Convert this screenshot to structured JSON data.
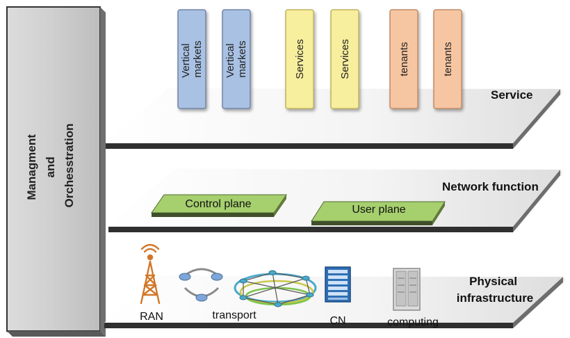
{
  "management": {
    "line1": "Managment",
    "line2": "and",
    "line3": "Orchesstration"
  },
  "layers": {
    "service": {
      "label": "Service"
    },
    "network_function": {
      "label": "Network function"
    },
    "physical": {
      "line1": "Physical",
      "line2": "infrastructure"
    }
  },
  "service_blocks": [
    {
      "line1": "Vertical",
      "line2": "markets",
      "color": "#a9c1e3",
      "border": "#7a8fb0"
    },
    {
      "line1": "Vertical",
      "line2": "markets",
      "color": "#a9c1e3",
      "border": "#7a8fb0"
    },
    {
      "line1": "Services",
      "line2": "",
      "color": "#f7ef9e",
      "border": "#c8bd62"
    },
    {
      "line1": "Services",
      "line2": "",
      "color": "#f7ef9e",
      "border": "#c8bd62"
    },
    {
      "line1": "tenants",
      "line2": "",
      "color": "#f6c6a2",
      "border": "#c89671"
    },
    {
      "line1": "tenants",
      "line2": "",
      "color": "#f6c6a2",
      "border": "#c89671"
    }
  ],
  "planes": {
    "control": "Control plane",
    "user": "User plane",
    "color": "#a6cf6e"
  },
  "infra": {
    "ran": "RAN",
    "transport": "transport",
    "cn": "CN",
    "computing": "computing"
  }
}
